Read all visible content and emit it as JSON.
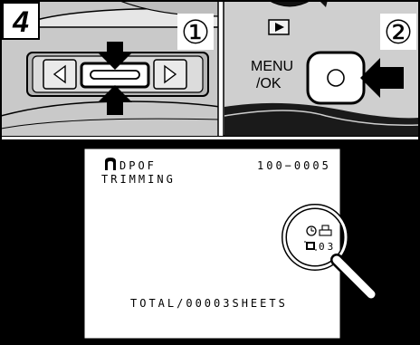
{
  "step": {
    "number": "4",
    "sub_step_1": "①",
    "sub_step_2": "②"
  },
  "camera": {
    "menu_ok_label_line1": "MENU",
    "menu_ok_label_line2": "/OK"
  },
  "lcd": {
    "mode_label": "DPOF",
    "submode_label": "TRIMMING",
    "frame_number": "100−0005",
    "print_quantity": "03",
    "total_sheets": "TOTAL/00003SHEETS"
  },
  "icons": {
    "playback": "play-triangle-icon",
    "arrow_down": "arrow-down-icon",
    "arrow_up": "arrow-up-icon",
    "arrow_left": "arrow-left-icon",
    "arrow_right": "arrow-right-icon",
    "arrow_press": "arrow-left-press-icon",
    "magnifier": "magnifier-icon",
    "clock": "clock-icon",
    "printer": "printer-icon",
    "trim_frame": "trim-frame-icon",
    "dpof_bookmark": "dpof-icon"
  }
}
